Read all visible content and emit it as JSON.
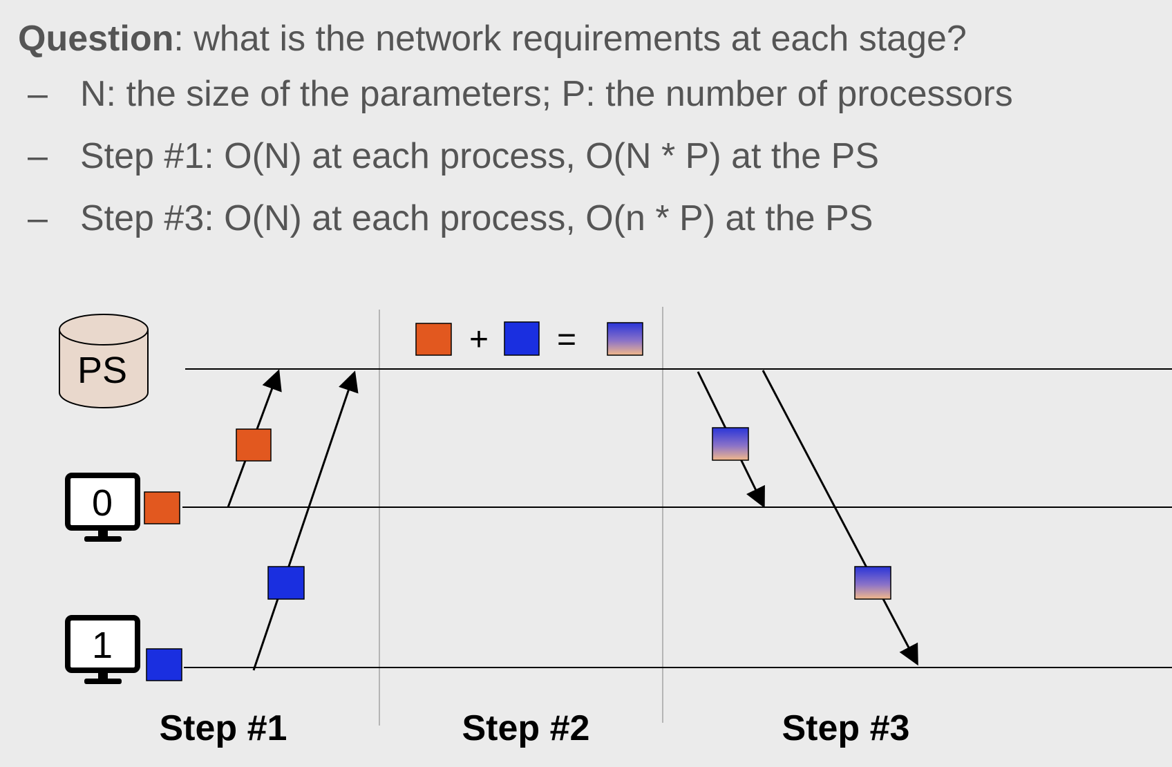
{
  "question": {
    "bold_label": "Question",
    "text": ": what is the network requirements at each stage?"
  },
  "bullets": [
    {
      "dash": "–",
      "text": "N: the size of the parameters; P: the number of processors"
    },
    {
      "dash": "–",
      "text": "Step #1: O(N) at each process, O(N * P) at the PS"
    },
    {
      "dash": "–",
      "text": "Step #3: O(N) at each process, O(n * P) at the PS"
    }
  ],
  "diagram": {
    "nodes": {
      "ps": "PS",
      "worker0": "0",
      "worker1": "1"
    },
    "equation": {
      "plus": "+",
      "equals": "="
    },
    "steps": [
      "Step #1",
      "Step #2",
      "Step #3"
    ],
    "colors": {
      "orange": "#e2581f",
      "blue": "#1a2fe0",
      "merged_top": "#2a35d8",
      "merged_bottom": "#f2b98a",
      "ps_fill": "#e9d8cc"
    }
  }
}
